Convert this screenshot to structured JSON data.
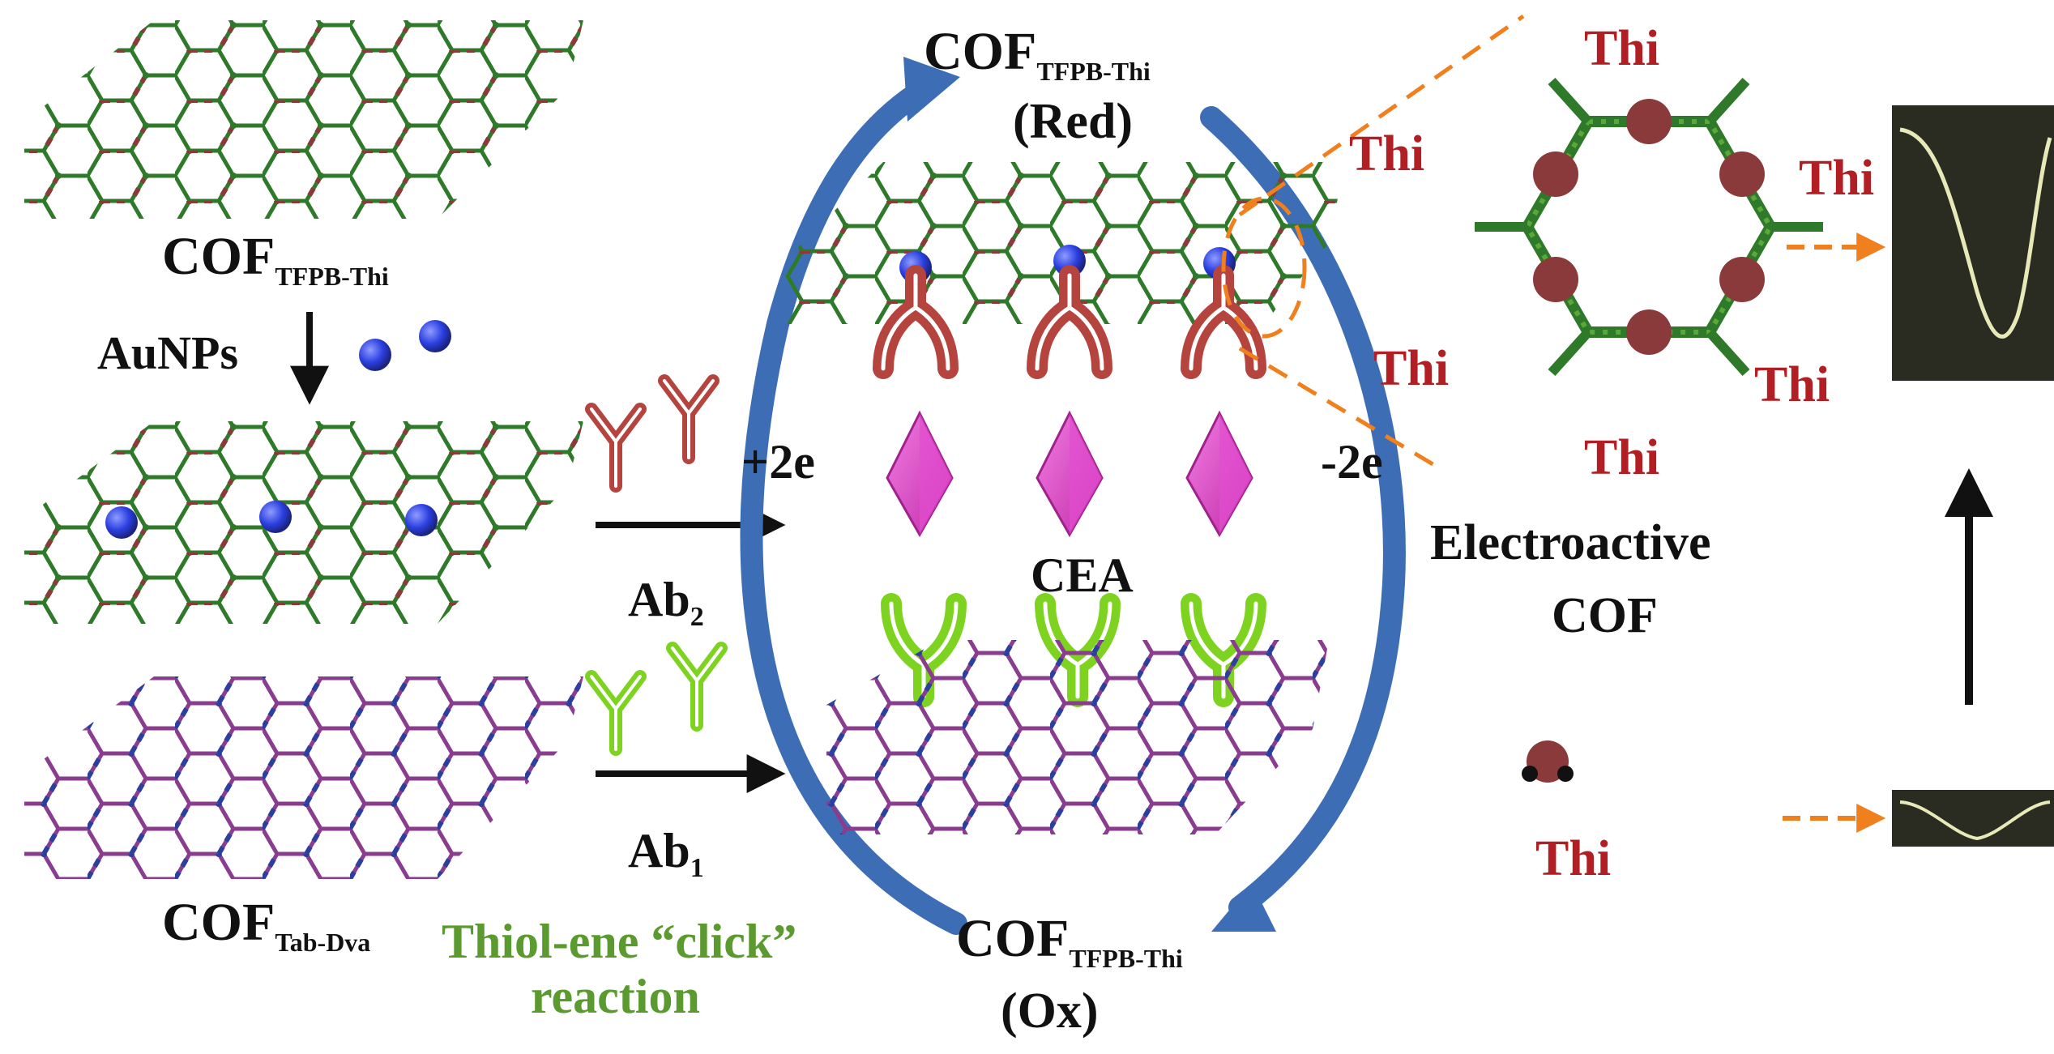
{
  "labels": {
    "cof_main": "COF",
    "cof_sub_thi": "TFPB-Thi",
    "cof_sub_dva": "Tab-Dva",
    "red_state": "(Red)",
    "ox_state": "(Ox)",
    "aunps": "AuNPs",
    "ab": "Ab",
    "ab2_sub": "2",
    "ab1_sub": "1",
    "plus2e": "+2e",
    "minus2e": "-2e",
    "cea": "CEA",
    "thi": "Thi",
    "electroactive": "Electroactive",
    "cof_word": "COF",
    "click_line1": "Thiol-ene “click”",
    "click_line2": "reaction"
  },
  "colors": {
    "text": "#111111",
    "thi_red": "#b11f24",
    "click_green": "#5a9a2e",
    "cycle_blue": "#3d6eb5",
    "guide_orange": "#f07f1e",
    "gold_np": "#2b3fe0",
    "antigen_magenta": "#d63fc1",
    "ab_red": "#b5443f",
    "ab_green": "#7ed321",
    "cof_green": "#2f7a2a",
    "cof_brown": "#8a3a3a",
    "cof_purple": "#8a3c8f",
    "cof_blue": "#2d3f9e",
    "scope_bg": "#2a2c22",
    "scope_trace": "#e8e9b8"
  }
}
